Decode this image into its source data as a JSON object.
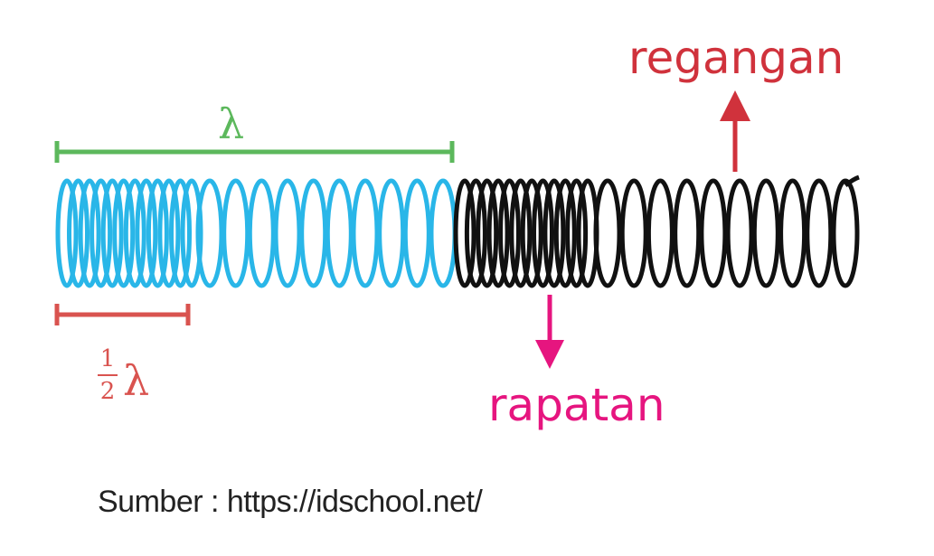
{
  "labels": {
    "wavelength": "λ",
    "half_fraction_numerator": "1",
    "half_fraction_denominator": "2",
    "half_wavelength_symbol": "λ",
    "rarefaction": "regangan",
    "compression": "rapatan"
  },
  "source": "Sumber : https://idschool.net/",
  "colors": {
    "wavelength_marker": "#5cb85c",
    "half_wavelength_marker": "#d9534f",
    "rarefaction": "#d0323c",
    "compression": "#e6157f",
    "spring_blue": "#29b6e8",
    "spring_black": "#111111",
    "source_text": "#222222"
  },
  "icons": {
    "rarefaction_arrow": "arrow-up-icon",
    "compression_arrow": "arrow-down-icon"
  }
}
